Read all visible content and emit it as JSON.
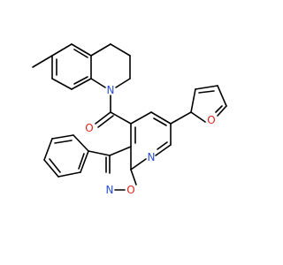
{
  "atoms": {
    "n1": "N",
    "o_carbonyl": "O",
    "n_pyridine": "N",
    "o_furan": "O",
    "n_isoxazole": "N",
    "o_isoxazole": "O"
  },
  "colors": {
    "bond": "#000000",
    "nitrogen": "#2a4fd0",
    "oxygen": "#e0241b"
  }
}
